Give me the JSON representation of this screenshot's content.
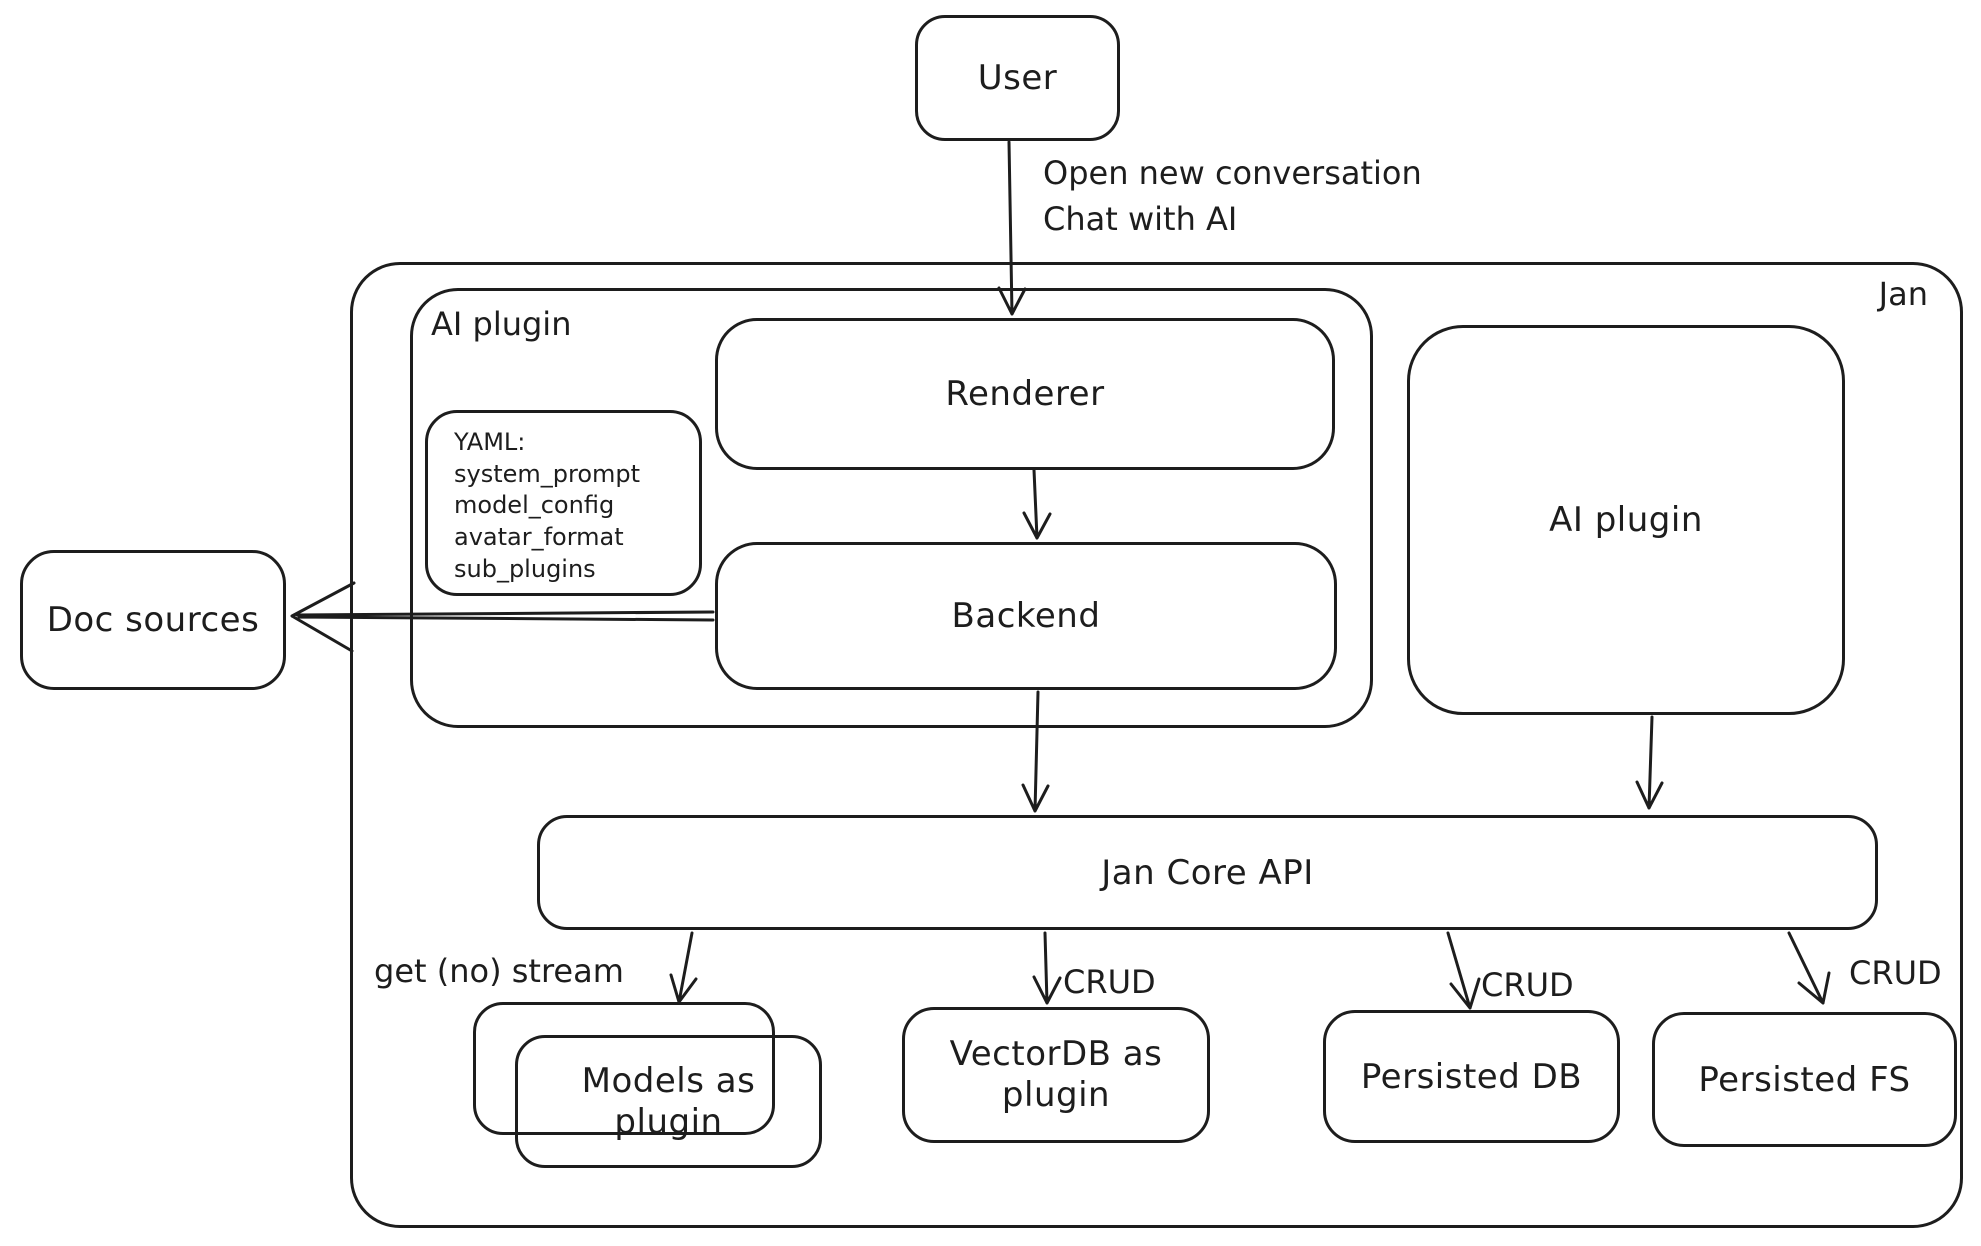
{
  "diagram": {
    "container_label": "Jan",
    "colors": {
      "stroke": "#1d1d1d",
      "background": "#ffffff"
    },
    "nodes": {
      "user": {
        "label": "User"
      },
      "ai_plugin_left": {
        "label": "AI plugin"
      },
      "yaml_note": {
        "lines": [
          "YAML:",
          "system_prompt",
          "model_config",
          "avatar_format",
          "sub_plugins"
        ]
      },
      "renderer": {
        "label": "Renderer"
      },
      "backend": {
        "label": "Backend"
      },
      "ai_plugin_right": {
        "label": "AI plugin"
      },
      "doc_sources": {
        "label": "Doc sources"
      },
      "jan_core_api": {
        "label": "Jan Core API"
      },
      "models_plugin": {
        "line1": "Models as",
        "line2": "plugin"
      },
      "vectordb_plugin": {
        "line1": "VectorDB as",
        "line2": "plugin"
      },
      "persisted_db": {
        "label": "Persisted DB"
      },
      "persisted_fs": {
        "label": "Persisted FS"
      }
    },
    "edge_labels": {
      "open_conversation_line1": "Open new conversation",
      "open_conversation_line2": "Chat with AI",
      "get_no_stream": "get (no) stream",
      "crud_vectordb": "CRUD",
      "crud_persisted_db": "CRUD",
      "crud_persisted_fs": "CRUD"
    }
  }
}
